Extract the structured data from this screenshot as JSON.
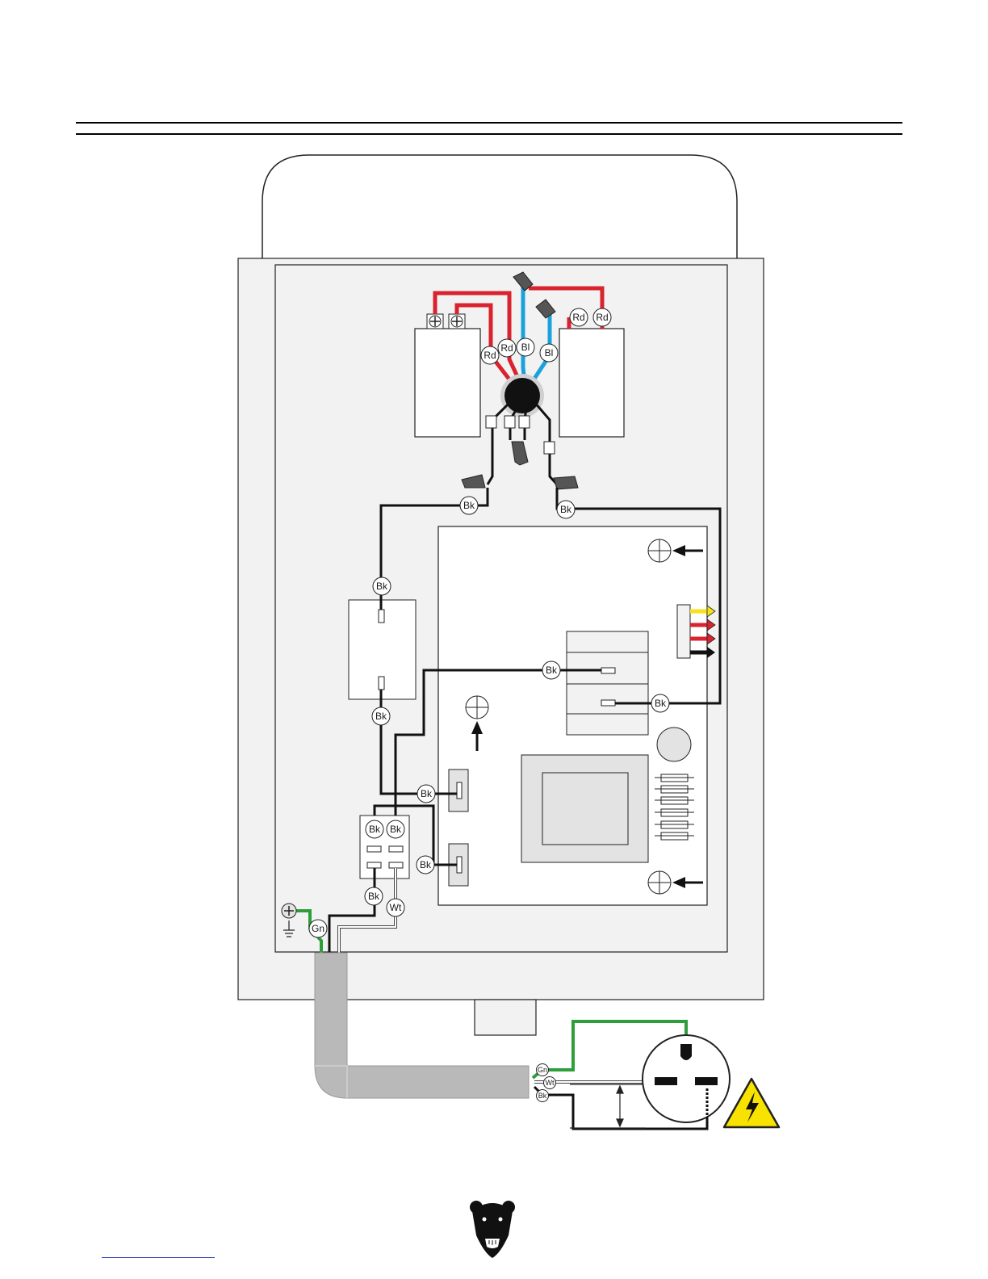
{
  "colors": {
    "red_wire": "#d9232e",
    "blue_wire": "#1ba1dc",
    "black_wire": "#111111",
    "green_wire": "#2e9e3a",
    "white_wire": "#ffffff",
    "yellow_wire": "#f5e21b",
    "panel_fill": "#f2f2f2",
    "cord_gray": "#b9b9b9",
    "warning_yellow": "#f7e200"
  },
  "wire_labels": {
    "red": "Rd",
    "blue": "Bl",
    "black": "Bk",
    "green": "Gn",
    "white": "Wt"
  },
  "icons": {
    "warning": "high-voltage-warning-icon",
    "ground": "ground-symbol-icon",
    "logo": "grizzly-bear-logo-icon"
  }
}
